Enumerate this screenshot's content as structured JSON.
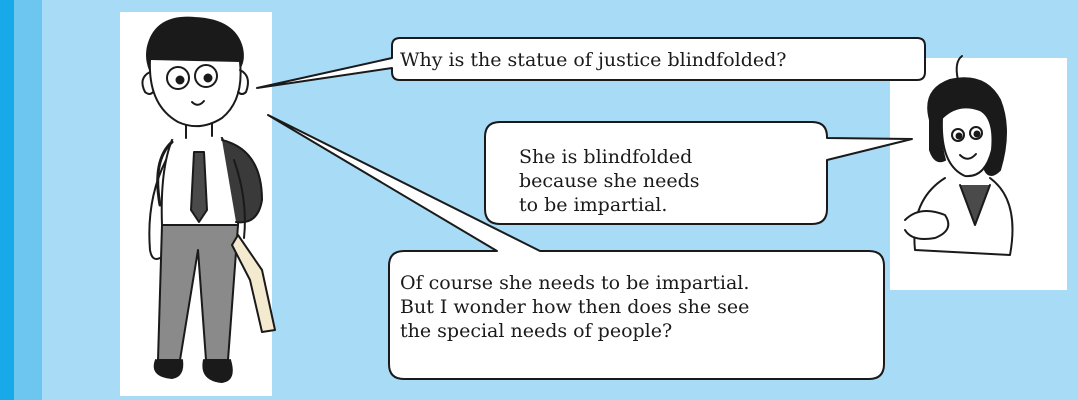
{
  "dialogue": {
    "boy_question": "Why is the statue of justice blindfolded?",
    "girl_answer_lines": [
      "She is blindfolded",
      "because she needs",
      "to be impartial."
    ],
    "boy_reply_lines": [
      "Of course she needs to be impartial.",
      "But I wonder how then does she see",
      "the special needs of people?"
    ]
  },
  "colors": {
    "background": "#a8dbf5",
    "edge_strip": "#17a9e8",
    "panel": "#ffffff",
    "bubble_fill": "#ffffff",
    "bubble_stroke": "#1a1a1a"
  },
  "characters": {
    "left": "boy-with-backpack-illustration",
    "right": "girl-illustration"
  }
}
